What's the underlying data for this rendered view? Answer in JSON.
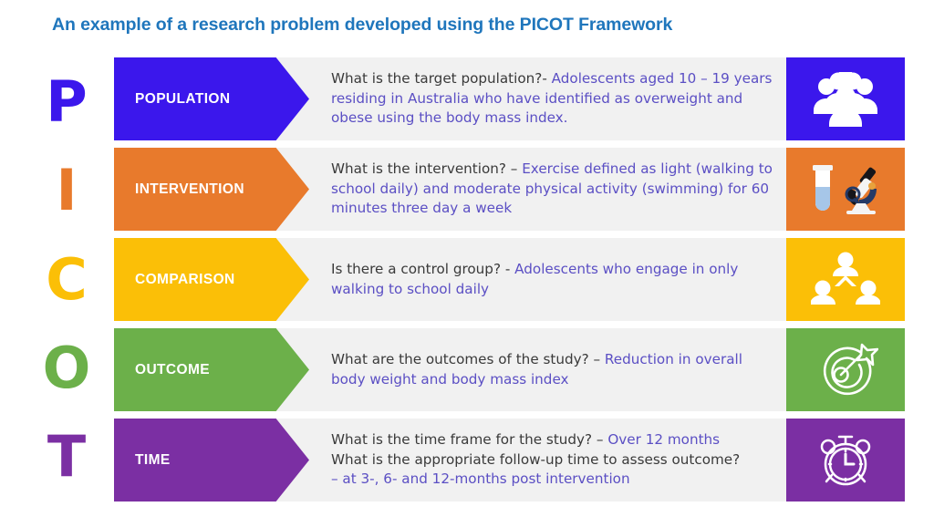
{
  "title": "An example of a research problem developed using the PICOT Framework",
  "title_color": "#1f76bc",
  "panel_bg": "#f1f1f1",
  "answer_color": "#5b4fc4",
  "question_color": "#3a3a3a",
  "letters": [
    {
      "char": "P",
      "color": "#3b17ec"
    },
    {
      "char": "I",
      "color": "#e87a2c"
    },
    {
      "char": "C",
      "color": "#fbbf07"
    },
    {
      "char": "O",
      "color": "#6cb04a"
    },
    {
      "char": "T",
      "color": "#7b2fa3"
    }
  ],
  "rows": [
    {
      "label": "POPULATION",
      "color": "#3b17ec",
      "icon": "people-group-icon",
      "question": "What is the target population?-",
      "answer": "Adolescents aged 10 – 19 years residing in Australia who have identified as overweight and obese using the body mass index."
    },
    {
      "label": "INTERVENTION",
      "color": "#e87a2c",
      "icon": "test-tube-microscope-icon",
      "question": "What is the intervention? –",
      "answer": "Exercise defined as light (walking to school daily) and moderate physical activity (swimming) for  60 minutes three day a week"
    },
    {
      "label": "COMPARISON",
      "color": "#fbbf07",
      "icon": "three-people-network-icon",
      "question": "Is there a control group? -",
      "answer": "Adolescents who engage in only walking to school daily"
    },
    {
      "label": "OUTCOME",
      "color": "#6cb04a",
      "icon": "target-arrow-icon",
      "question": "What are the outcomes of the study? –",
      "answer": "Reduction in overall body weight and body mass index"
    },
    {
      "label": "TIME",
      "color": "#7b2fa3",
      "icon": "alarm-clock-icon",
      "question": "What is the time frame for the study? –",
      "answer": "Over 12 months",
      "question2": "What is the appropriate follow-up time to assess outcome?",
      "answer2": "– at 3-, 6- and 12-months post intervention"
    }
  ]
}
